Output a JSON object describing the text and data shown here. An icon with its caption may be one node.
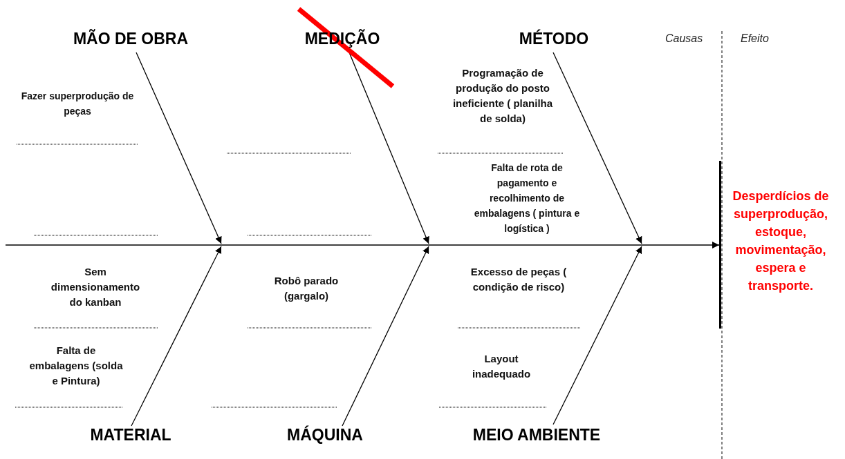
{
  "diagram": {
    "nodes": [
      {
        "text": [
          "MÃO DE OBRA"
        ]
      },
      {
        "text": [
          "MEDIÇÃO"
        ]
      },
      {
        "text": [
          "MÉTODO"
        ]
      },
      {
        "text": [
          "MATERIAL"
        ]
      },
      {
        "text": [
          "MÁQUINA"
        ]
      },
      {
        "text": [
          "MEIO AMBIENTE"
        ]
      },
      {
        "text": [
          "Desperdícios de superprodução, estoque, movimentação, espera e transporte."
        ]
      }
    ],
    "edges": [
      {
        "from": 0,
        "to": null,
        "arrow": "to"
      },
      {
        "from": 1,
        "to": null,
        "arrow": "to"
      },
      {
        "from": 2,
        "to": null,
        "arrow": "to"
      },
      {
        "from": 3,
        "to": null,
        "arrow": "to"
      },
      {
        "from": 4,
        "to": null,
        "arrow": "to"
      },
      {
        "from": 5,
        "to": null,
        "arrow": "to"
      },
      {
        "from": null,
        "to": 6,
        "arrow": "to"
      }
    ],
    "labels": [
      "Causas",
      "Efeito",
      "Fazer superprodução de peças",
      "Programação de produção do posto ineficiente ( planilha de solda)",
      "Falta de rota de pagamento e recolhimento de embalagens ( pintura e logística )",
      "Sem dimensionamento do kanban",
      "Robô parado (gargalo)",
      "Excesso de peças ( condição de risco)",
      "Falta de embalagens (solda e Pintura)",
      "Layout inadequado"
    ]
  }
}
